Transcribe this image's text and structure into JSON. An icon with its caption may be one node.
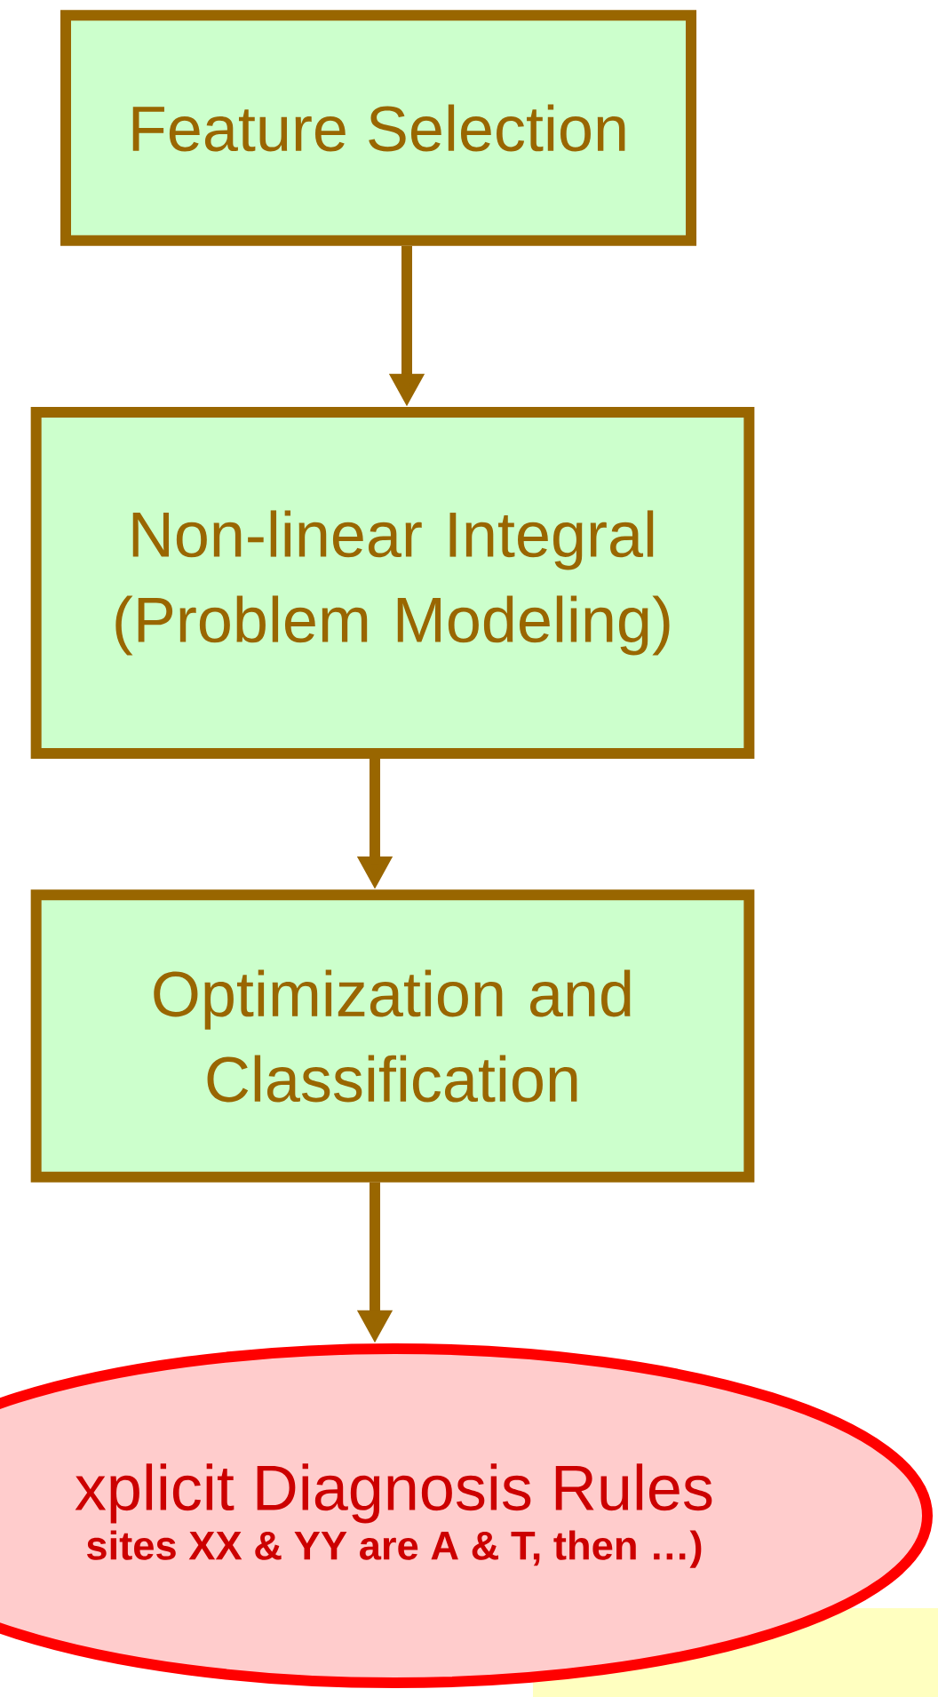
{
  "diagram": {
    "nodes": [
      {
        "text": [
          "Feature Selection"
        ]
      },
      {
        "text": [
          "Non-linear Integral (Problem Modeling)"
        ]
      },
      {
        "text": [
          "Optimization and Classification"
        ]
      },
      {
        "text": [
          "xplicit Diagnosis Rules",
          "sites XX & YY are A & T, then …)"
        ]
      }
    ],
    "edges": [
      {
        "from": 0,
        "to": 1,
        "arrow": "to"
      },
      {
        "from": 1,
        "to": 2,
        "arrow": "to"
      },
      {
        "from": 2,
        "to": 3,
        "arrow": "to"
      }
    ]
  }
}
